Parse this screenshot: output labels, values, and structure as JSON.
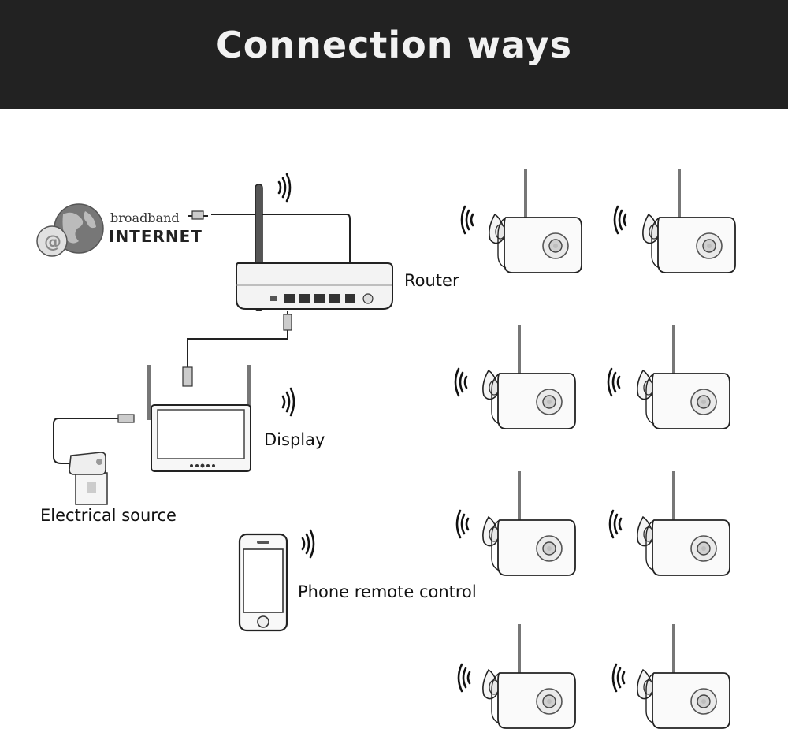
{
  "header": {
    "title": "Connection ways",
    "background": "#222222"
  },
  "internet": {
    "small_text": "broadband",
    "big_text": "INTERNET"
  },
  "labels": {
    "router": "Router",
    "display": "Display",
    "electrical": "Electrical source",
    "phone": "Phone remote control"
  },
  "cameras": {
    "count": 8,
    "icon": "wifi-bullet-camera-icon"
  }
}
